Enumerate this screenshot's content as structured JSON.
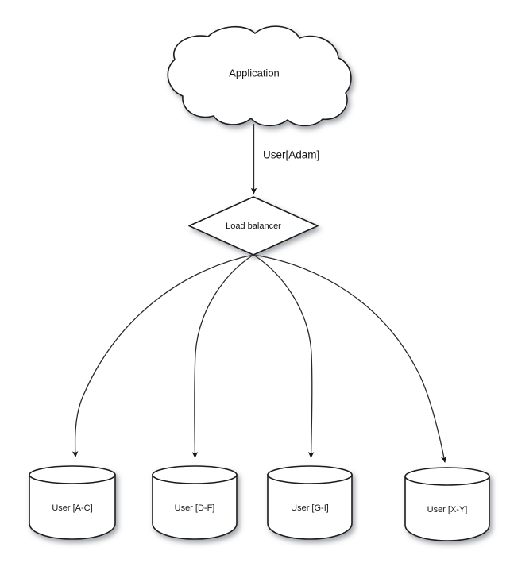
{
  "diagram": {
    "type": "flow-diagram",
    "background_color": "#ffffff",
    "stroke_color": "#1a1a1a",
    "fill_color": "#ffffff",
    "text_color": "#16161a",
    "nodes": [
      {
        "id": "application",
        "shape": "cloud",
        "label": "Application"
      },
      {
        "id": "load-balancer",
        "shape": "diamond",
        "label": "Load balancer"
      },
      {
        "id": "db-ac",
        "shape": "cylinder",
        "label": "User [A-C]"
      },
      {
        "id": "db-df",
        "shape": "cylinder",
        "label": "User [D-F]"
      },
      {
        "id": "db-gi",
        "shape": "cylinder",
        "label": "User [G-I]"
      },
      {
        "id": "db-xy",
        "shape": "cylinder",
        "label": "User [X-Y]"
      }
    ],
    "edges": [
      {
        "from": "application",
        "to": "load-balancer",
        "label": "User[Adam]",
        "style": "straight-arrow"
      },
      {
        "from": "load-balancer",
        "to": "db-ac",
        "label": "",
        "style": "curved-arrow"
      },
      {
        "from": "load-balancer",
        "to": "db-df",
        "label": "",
        "style": "curved-arrow"
      },
      {
        "from": "load-balancer",
        "to": "db-gi",
        "label": "",
        "style": "curved-arrow"
      },
      {
        "from": "load-balancer",
        "to": "db-xy",
        "label": "",
        "style": "curved-arrow"
      }
    ]
  }
}
